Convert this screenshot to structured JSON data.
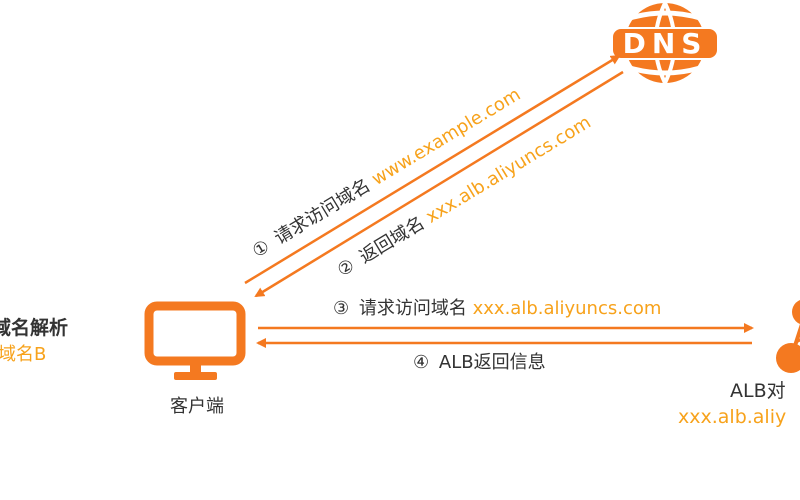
{
  "left_partial": {
    "title": "域名解析",
    "subtitle": "域名B"
  },
  "dns_logo": {
    "text": "DNS"
  },
  "client": {
    "label": "客户端"
  },
  "alb": {
    "label": "ALB对",
    "domain": "xxx.alb.aliy"
  },
  "steps": [
    {
      "num": "①",
      "text": "请求访问域名",
      "domain": "www.example.com"
    },
    {
      "num": "②",
      "text": "返回域名",
      "domain": "xxx.alb.aliyuncs.com"
    },
    {
      "num": "③",
      "text": "请求访问域名",
      "domain": "xxx.alb.aliyuncs.com"
    },
    {
      "num": "④",
      "text": "ALB返回信息",
      "domain": ""
    }
  ],
  "colors": {
    "accent": "#F47920",
    "highlight": "#F7A21B",
    "text": "#333333"
  }
}
